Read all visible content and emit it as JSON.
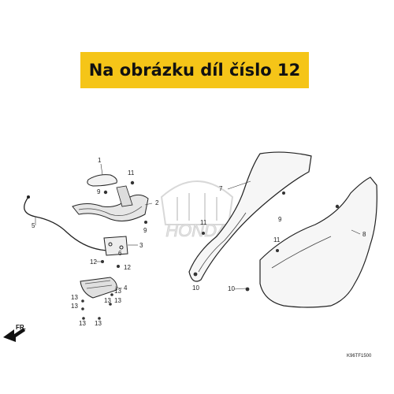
{
  "banner": {
    "text": "Na obrázku díl číslo 12"
  },
  "diagram": {
    "callouts": [
      "1",
      "2",
      "3",
      "4",
      "5",
      "6",
      "7",
      "8",
      "9",
      "9",
      "9",
      "10",
      "10",
      "11",
      "11",
      "11",
      "12",
      "12",
      "13",
      "13",
      "13",
      "13",
      "13",
      "13",
      "13"
    ],
    "front_arrow": "FR.",
    "drawing_code": "K96TF1500",
    "watermark": "HONDA"
  }
}
